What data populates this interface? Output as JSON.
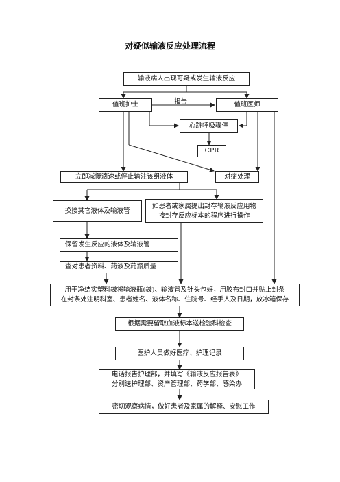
{
  "title": "对疑似输液反应处理流程",
  "nodes": {
    "start": "输液病人出现可疑或发生输液反应",
    "nurse": "值班护士",
    "doctor": "值班医师",
    "report_label": "报告",
    "arrest": "心跳呼吸骤停",
    "cpr": "CPR",
    "slow_stop": "立即减慢滴速或停止输注该组液体",
    "symptomatic": "对症处理",
    "replace": "换接其它液体及输液管",
    "seal_line1": "如患者或家属提出封存输液反应用物",
    "seal_line2": "按封存反应标本的程序进行操作",
    "keep": "保留发生反应的液体及输液管",
    "check": "查对患者资料、药液及药瓶质量",
    "pack_line1": "用干净结实塑料袋将输液瓶(袋)、输液管及针头包好，用胶布封口并贴上封条",
    "pack_line2": "在封条处注明科室、患者姓名、液体名称、住院号、经手人及日期，放冰箱保存",
    "blood_test": "根据需要留取血液标本送检验科检查",
    "records": "医护人员做好医疗、护理记录",
    "report_line1": "电话报告护理部，并填写《输液反应报告表》",
    "report_line2": "分别送护理部、资产管理部、药学部、感染办",
    "observe": "密切观察病情，做好患者及家属的解释、安慰工作"
  }
}
